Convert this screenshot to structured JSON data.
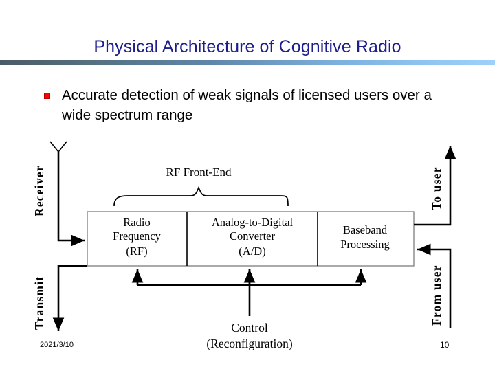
{
  "slide": {
    "title": "Physical Architecture of Cognitive Radio",
    "title_color": "#1d1d8c",
    "divider_color_left": "#4a5a68",
    "divider_color_right": "#9ed0fa",
    "bullets": [
      {
        "marker": "red-square-bullet",
        "marker_color": "#ff0000",
        "text": "Accurate detection of weak signals of licensed users over a wide spectrum range"
      }
    ],
    "footer": {
      "date": "2021/3/10",
      "page_number": "10"
    }
  },
  "diagram": {
    "name": "cognitive-radio-physical-architecture",
    "section_label": "RF Front-End",
    "boxes": [
      {
        "id": "rf",
        "lines": [
          "Radio",
          "Frequency",
          "(RF)"
        ]
      },
      {
        "id": "adc",
        "lines": [
          "Analog-to-Digital",
          "Converter",
          "(A/D)"
        ]
      },
      {
        "id": "baseband",
        "lines": [
          "Baseband",
          "Processing"
        ]
      }
    ],
    "side_labels": {
      "receiver": "Receiver",
      "transmit": "Transmit",
      "to_user": "To user",
      "from_user": "From user"
    },
    "control": {
      "line1": "Control",
      "line2": "(Reconfiguration)"
    },
    "antenna": "antenna-symbol"
  }
}
